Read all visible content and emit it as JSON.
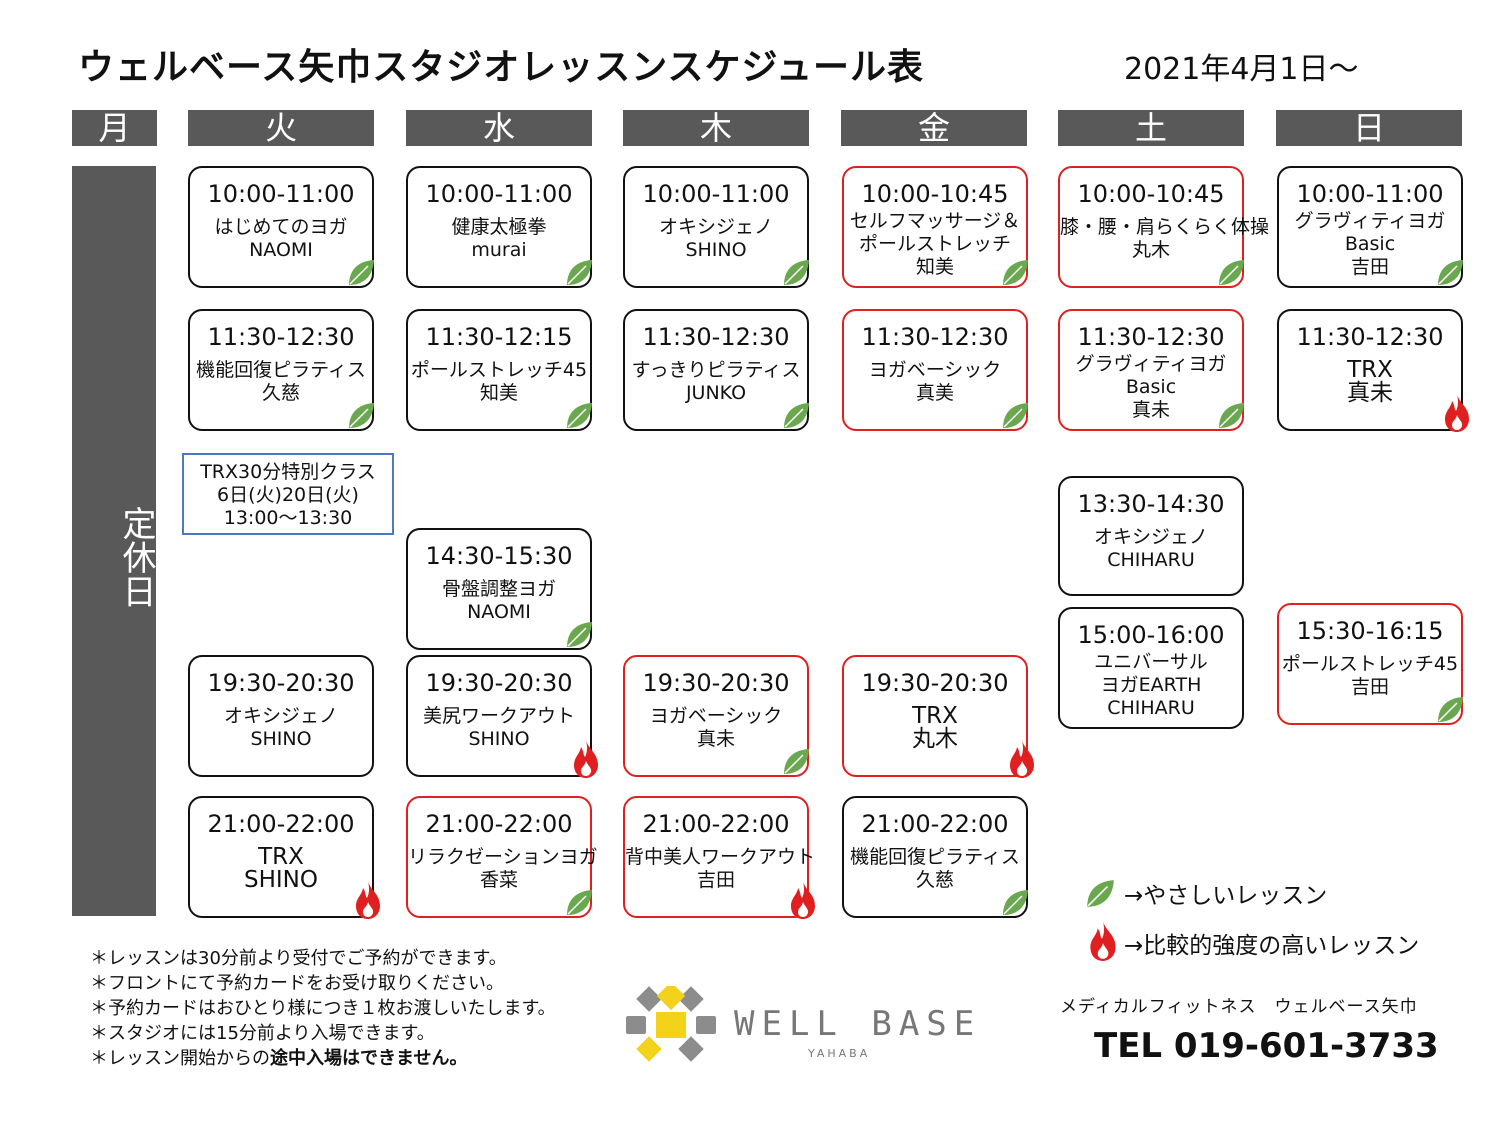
{
  "title": "ウェルベース矢巾スタジオレッスンスケジュール表",
  "date": "2021年4月1日～",
  "days": [
    "月",
    "火",
    "水",
    "木",
    "金",
    "土",
    "日"
  ],
  "closed_label": "定休日",
  "colors": {
    "header_bg": "#595959",
    "easy": "#6aa84f",
    "hard": "#e02020",
    "border_red": "#e02020",
    "border_black": "#111111",
    "special_border": "#4a7bc0"
  },
  "lessons": {
    "tue": [
      {
        "time": "10:00-11:00",
        "lines": [
          "はじめてのヨガ",
          "NAOMI"
        ],
        "icon": "leaf-icon",
        "border": "black"
      },
      {
        "time": "11:30-12:30",
        "lines": [
          "機能回復ピラティス",
          "久慈"
        ],
        "icon": "leaf-icon",
        "border": "black"
      },
      {
        "time": "19:30-20:30",
        "lines": [
          "オキシジェノ",
          "SHINO"
        ],
        "icon": "",
        "border": "black"
      },
      {
        "time": "21:00-22:00",
        "lines": [
          "TRX",
          "SHINO"
        ],
        "icon": "flame-icon",
        "border": "black"
      }
    ],
    "wed": [
      {
        "time": "10:00-11:00",
        "lines": [
          "健康太極拳",
          "murai"
        ],
        "icon": "leaf-icon",
        "border": "black"
      },
      {
        "time": "11:30-12:15",
        "lines": [
          "ポールストレッチ45",
          "知美"
        ],
        "icon": "leaf-icon",
        "border": "black"
      },
      {
        "time": "14:30-15:30",
        "lines": [
          "骨盤調整ヨガ",
          "NAOMI"
        ],
        "icon": "leaf-icon",
        "border": "black"
      },
      {
        "time": "19:30-20:30",
        "lines": [
          "美尻ワークアウト",
          "SHINO"
        ],
        "icon": "flame-icon",
        "border": "black"
      },
      {
        "time": "21:00-22:00",
        "lines": [
          "リラクゼーションヨガ",
          "香菜"
        ],
        "icon": "leaf-icon",
        "border": "red"
      }
    ],
    "thu": [
      {
        "time": "10:00-11:00",
        "lines": [
          "オキシジェノ",
          "SHINO"
        ],
        "icon": "leaf-icon",
        "border": "black"
      },
      {
        "time": "11:30-12:30",
        "lines": [
          "すっきりピラティス",
          "JUNKO"
        ],
        "icon": "leaf-icon",
        "border": "black"
      },
      {
        "time": "19:30-20:30",
        "lines": [
          "ヨガベーシック",
          "真未"
        ],
        "icon": "leaf-icon",
        "border": "red"
      },
      {
        "time": "21:00-22:00",
        "lines": [
          "背中美人ワークアウト",
          "吉田"
        ],
        "icon": "flame-icon",
        "border": "red"
      }
    ],
    "fri": [
      {
        "time": "10:00-10:45",
        "lines": [
          "セルフマッサージ＆",
          "ポールストレッチ",
          "知美"
        ],
        "icon": "leaf-icon",
        "border": "red"
      },
      {
        "time": "11:30-12:30",
        "lines": [
          "ヨガベーシック",
          "真美"
        ],
        "icon": "leaf-icon",
        "border": "red"
      },
      {
        "time": "19:30-20:30",
        "lines": [
          "TRX",
          "丸木"
        ],
        "icon": "flame-icon",
        "border": "red"
      },
      {
        "time": "21:00-22:00",
        "lines": [
          "機能回復ピラティス",
          "久慈"
        ],
        "icon": "leaf-icon",
        "border": "black"
      }
    ],
    "sat": [
      {
        "time": "10:00-10:45",
        "lines": [
          "膝・腰・肩らくらく体操",
          "丸木"
        ],
        "icon": "leaf-icon",
        "border": "red"
      },
      {
        "time": "11:30-12:30",
        "lines": [
          "グラヴィティヨガ",
          "Basic",
          "真未"
        ],
        "icon": "leaf-icon",
        "border": "red"
      },
      {
        "time": "13:30-14:30",
        "lines": [
          "オキシジェノ",
          "CHIHARU"
        ],
        "icon": "",
        "border": "black"
      },
      {
        "time": "15:00-16:00",
        "lines": [
          "ユニバーサル",
          "ヨガEARTH",
          "CHIHARU"
        ],
        "icon": "",
        "border": "black"
      }
    ],
    "sun": [
      {
        "time": "10:00-11:00",
        "lines": [
          "グラヴィティヨガ",
          "Basic",
          "吉田"
        ],
        "icon": "leaf-icon",
        "border": "black"
      },
      {
        "time": "11:30-12:30",
        "lines": [
          "TRX",
          "真未"
        ],
        "icon": "flame-icon",
        "border": "black"
      },
      {
        "time": "15:30-16:15",
        "lines": [
          "ポールストレッチ45",
          "吉田"
        ],
        "icon": "leaf-icon",
        "border": "red"
      }
    ]
  },
  "special": {
    "lines": [
      "TRX30分特別クラス",
      "6日(火)20日(火)",
      "13:00～13:30"
    ]
  },
  "legend": {
    "easy": "→やさしいレッスン",
    "hard": "→比較的強度の高いレッスン"
  },
  "notes": [
    [
      "＊レッスンは30分前より受付でご予約ができます。",
      ""
    ],
    [
      "＊フロントにて予約カードをお受け取りください。",
      ""
    ],
    [
      "＊予約カードはおひとり様につき１枚お渡しいたします。",
      ""
    ],
    [
      "＊スタジオには15分前より入場できます。",
      ""
    ],
    [
      "＊レッスン開始からの",
      "途中入場はできません。"
    ]
  ],
  "logo": {
    "text": "WELL BASE",
    "sub": "YAHABA"
  },
  "company": "メディカルフィットネス　ウェルベース矢巾",
  "tel": "TEL 019-601-3733"
}
